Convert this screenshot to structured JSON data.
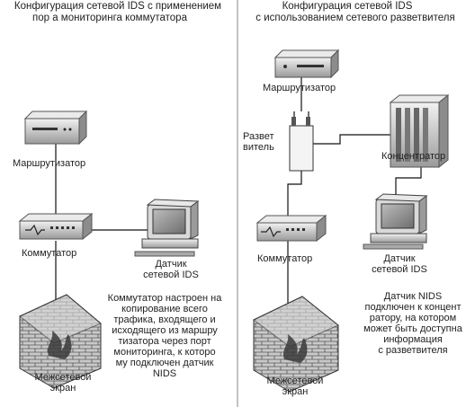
{
  "left": {
    "title_line1": "Конфигурация сетевой IDS с применением",
    "title_line2": "пор а мониторинга коммутатора",
    "router": "Маршрутизатор",
    "switch": "Коммутатор",
    "sensor_line1": "Датчик",
    "sensor_line2": "сетевой IDS",
    "note": [
      "Коммутатор настроен на",
      "копирование всего",
      "трафика, входящего и",
      "исходящего из маршру",
      "тизатора через порт",
      "мониторинга, к которо",
      "му подключен датчик",
      "NIDS"
    ],
    "firewall_line1": "Межсетевой",
    "firewall_line2": "экран"
  },
  "right": {
    "title_line1": "Конфигурация сетевой IDS",
    "title_line2": "с использованием сетевого разветвителя",
    "router": "Маршрутизатор",
    "tap_line1": "Развет",
    "tap_line2": "витель",
    "hub": "Концентратор",
    "switch": "Коммутатор",
    "sensor_line1": "Датчик",
    "sensor_line2": "сетевой IDS",
    "note": [
      "Датчик NIDS",
      "подключен к концент",
      "ратору, на котором",
      "может быть доступна",
      "информация",
      "с разветвителя"
    ],
    "firewall_line1": "Межсетевой",
    "firewall_line2": "экран"
  }
}
